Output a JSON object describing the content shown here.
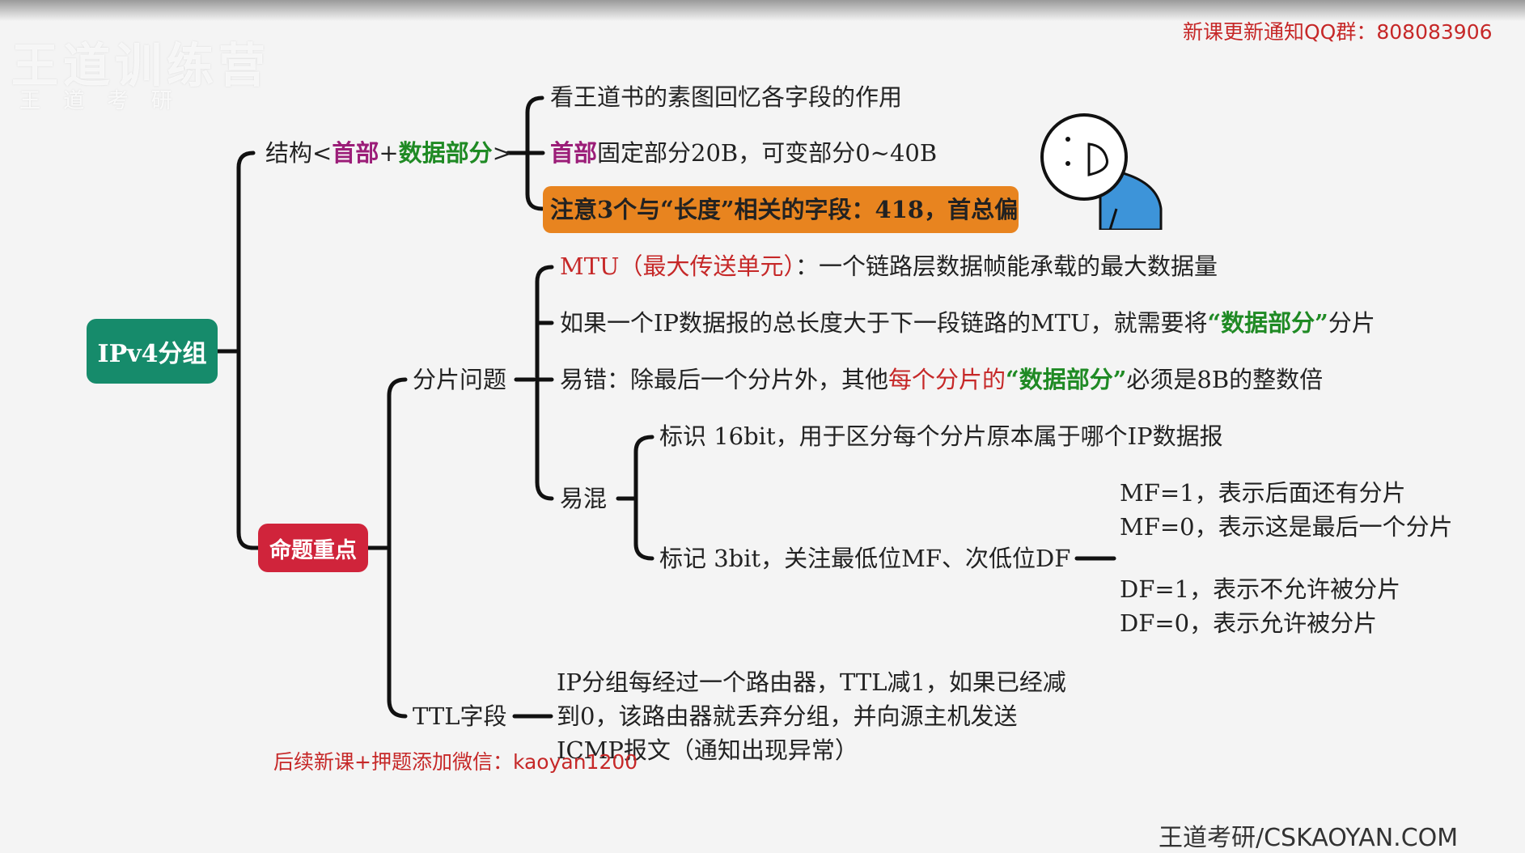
{
  "watermark": {
    "logo": "王道训练营",
    "sub": "王 道 考 研"
  },
  "qq_notice": "新课更新通知QQ群：808083906",
  "footer_brand": "王道考研/CSKAOYAN.COM",
  "wechat_notice": "后续新课+押题添加微信：kaoyan1200",
  "colors": {
    "root": "#168b6b",
    "key": "#d0243b",
    "highlight": "#e8841f",
    "purple": "#9b1d78",
    "green": "#1f8a24",
    "red": "#c62828"
  },
  "mindmap": {
    "root": "IPv4分组",
    "structure": {
      "prefix": "结构<",
      "header": "首部",
      "plus": "+",
      "data": "数据部分",
      "suffix": ">",
      "children": {
        "c1": "看王道书的素图回忆各字段的作用",
        "c2_header": "首部",
        "c2_rest": "固定部分20B，可变部分0~40B",
        "c3": "注意3个与“长度”相关的字段：418，首总偏"
      }
    },
    "key_points": {
      "label": "命题重点",
      "fragmentation": {
        "label": "分片问题",
        "mtu_term": "MTU（最大传送单元）",
        "mtu_def": "：一个链路层数据帧能承载的最大数据量",
        "frag_rule_a": "如果一个IP数据报的总长度大于下一段链路的MTU，就需要将",
        "frag_rule_b": "“数据部分”",
        "frag_rule_c": "分片",
        "pitfall_a": "易错：除最后一个分片外，其他",
        "pitfall_b": "每个分片的",
        "pitfall_c": "“数据部分”",
        "pitfall_d": "必须是8B的整数倍",
        "confusing": {
          "label": "易混",
          "ident": "标识 16bit，用于区分每个分片原本属于哪个IP数据报",
          "flag": "标记 3bit，关注最低位MF、次低位DF",
          "mf1": "MF=1，表示后面还有分片",
          "mf0": "MF=0，表示这是最后一个分片",
          "df1": "DF=1，表示不允许被分片",
          "df0": "DF=0，表示允许被分片"
        }
      },
      "ttl": {
        "label": "TTL字段",
        "line1": "IP分组每经过一个路由器，TTL减1，如果已经减",
        "line2": "到0，该路由器就丢弃分组，并向源主机发送",
        "line3": "ICMP报文（通知出现异常）"
      }
    }
  }
}
